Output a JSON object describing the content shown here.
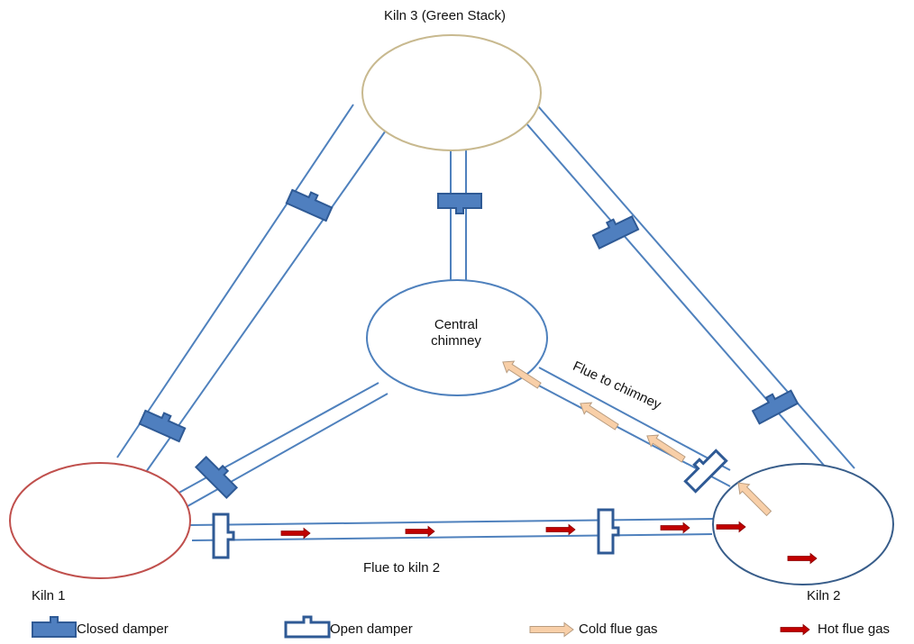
{
  "nodes": {
    "kiln3": {
      "label": "Kiln 3 (Green Stack)"
    },
    "chimney": {
      "label_line1": "Central",
      "label_line2": "chimney"
    },
    "kiln1": {
      "label": "Kiln 1"
    },
    "kiln2": {
      "label": "Kiln 2"
    }
  },
  "flue_labels": {
    "to_chimney": "Flue to chimney",
    "to_kiln2": "Flue to kiln 2"
  },
  "legend": {
    "closed_damper": "Closed damper",
    "open_damper": "Open damper",
    "cold_flue_gas": "Cold flue gas",
    "hot_flue_gas": "Hot flue gas"
  },
  "colors": {
    "duct": "#4f81bd",
    "damper_fill": "#4f7fbf",
    "damper_stroke": "#2f5a95",
    "kiln1_outline": "#c0504d",
    "kiln2_outline": "#385d8a",
    "kiln3_outline": "#c8b98f",
    "chimney_outline": "#4f81bd",
    "hot_gas": "#c00000",
    "cold_gas": "#f8cfa8",
    "cold_gas_outline": "#b89c80"
  }
}
